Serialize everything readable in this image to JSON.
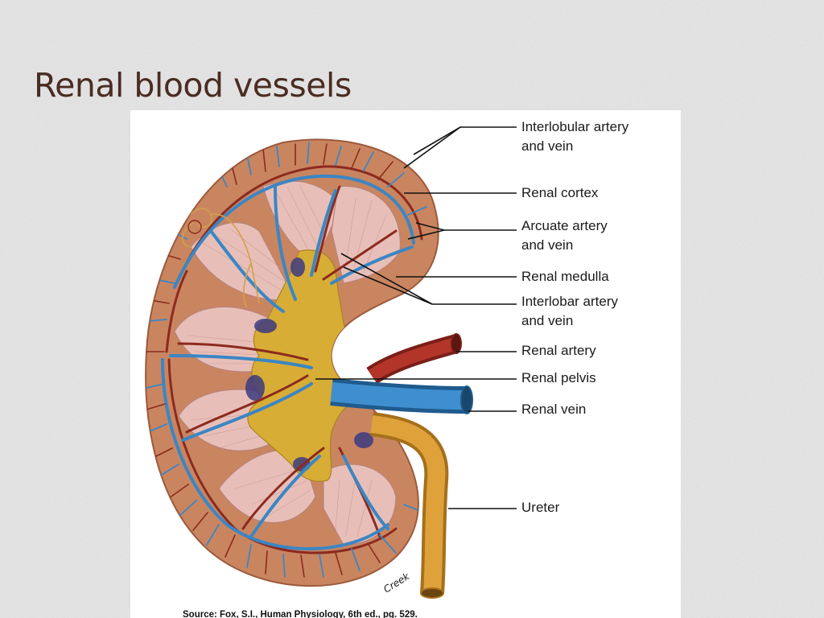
{
  "slide": {
    "title": "Renal blood vessels"
  },
  "figure": {
    "labels": {
      "interlobular_line1": "Interlobular artery",
      "interlobular_line2": "and vein",
      "renal_cortex": "Renal cortex",
      "arcuate_line1": "Arcuate artery",
      "arcuate_line2": "and vein",
      "renal_medulla": "Renal medulla",
      "interlobar_line1": "Interlobar artery",
      "interlobar_line2": "and vein",
      "renal_artery": "Renal artery",
      "renal_pelvis": "Renal pelvis",
      "renal_vein": "Renal vein",
      "ureter": "Ureter"
    },
    "signature": "Creek",
    "source": "Source: Fox, S.I., Human Physiology, 6th ed., pg. 529."
  },
  "colors": {
    "cortex": "#c98560",
    "medulla": "#e7bfb8",
    "pelvis": "#d8ad35",
    "vein": "#3b86c4",
    "artery": "#8c2a1e",
    "ureter": "#d99a2e",
    "title": "#4a2c22"
  }
}
